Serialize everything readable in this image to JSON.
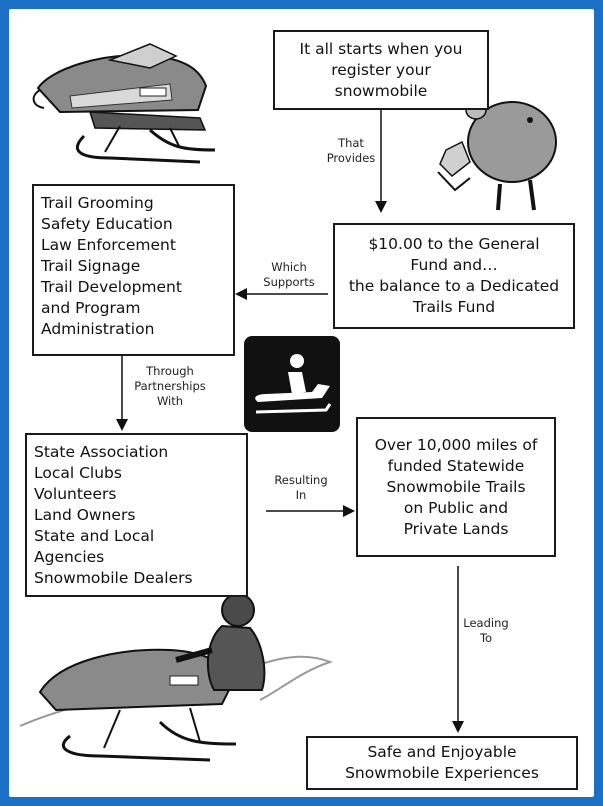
{
  "boxes": {
    "register": [
      "It all starts when you",
      "register your",
      "snowmobile"
    ],
    "fund": [
      "$10.00 to the General",
      "Fund and…",
      "the balance to a Dedicated",
      "Trails Fund"
    ],
    "programs": [
      "Trail Grooming",
      "Safety Education",
      "Law Enforcement",
      "Trail Signage",
      "Trail Development",
      "and Program",
      "Administration"
    ],
    "partners": [
      "State Association",
      "Local Clubs",
      "Volunteers",
      "Land Owners",
      "State and Local",
      "Agencies",
      "Snowmobile Dealers"
    ],
    "trails": [
      "Over 10,000 miles of",
      "funded Statewide",
      "Snowmobile Trails",
      "on Public and",
      "Private Lands"
    ],
    "safe": [
      "Safe and Enjoyable",
      "Snowmobile  Experiences"
    ]
  },
  "labels": {
    "provides": [
      "That",
      "Provides"
    ],
    "supports": [
      "Which",
      "Supports"
    ],
    "partnerships": [
      "Through",
      "Partnerships",
      "With"
    ],
    "resulting": [
      "Resulting",
      "In"
    ],
    "leading": [
      "Leading",
      "To"
    ]
  },
  "icons": {
    "snowmobile_top": "snowmobile-illustration",
    "piggy_bank": "piggy-bank-illustration",
    "sign": "snowmobile-trail-sign-icon",
    "rider": "snowmobile-rider-illustration"
  },
  "colors": {
    "frame": "#1b6fc4"
  }
}
